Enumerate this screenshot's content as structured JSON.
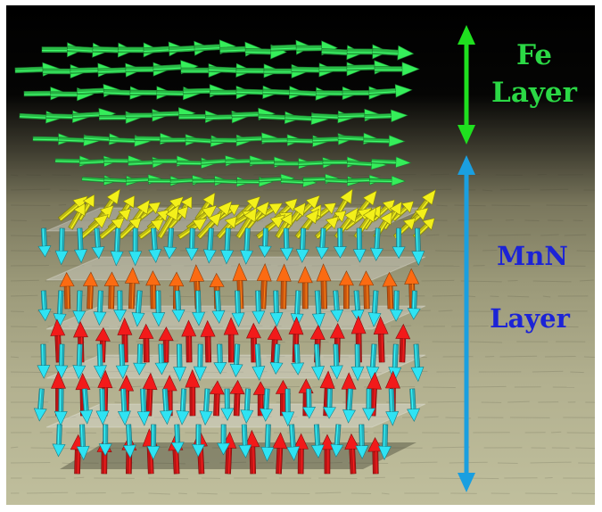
{
  "labels": {
    "fe_line1": "Fe",
    "fe_line2": "Layer",
    "mnn_line1": "MnN",
    "mnn_line2": "Layer"
  },
  "colors": {
    "fe_label": "#2bd845",
    "mnn_label": "#1c23d6",
    "fe_double_arrow": "#1fe01f",
    "mnn_double_arrow": "#1a9fe0",
    "fe_spins": "#35ee5a",
    "interface_spins": "#f3f01a",
    "mn_down_spins": "#2fe3f3",
    "mn_up_spins_top": "#fb6b12",
    "mn_up_spins": "#f21a1a"
  },
  "icons": {
    "fe_range": "vertical-double-arrow-icon",
    "mnn_range": "vertical-double-arrow-icon"
  }
}
